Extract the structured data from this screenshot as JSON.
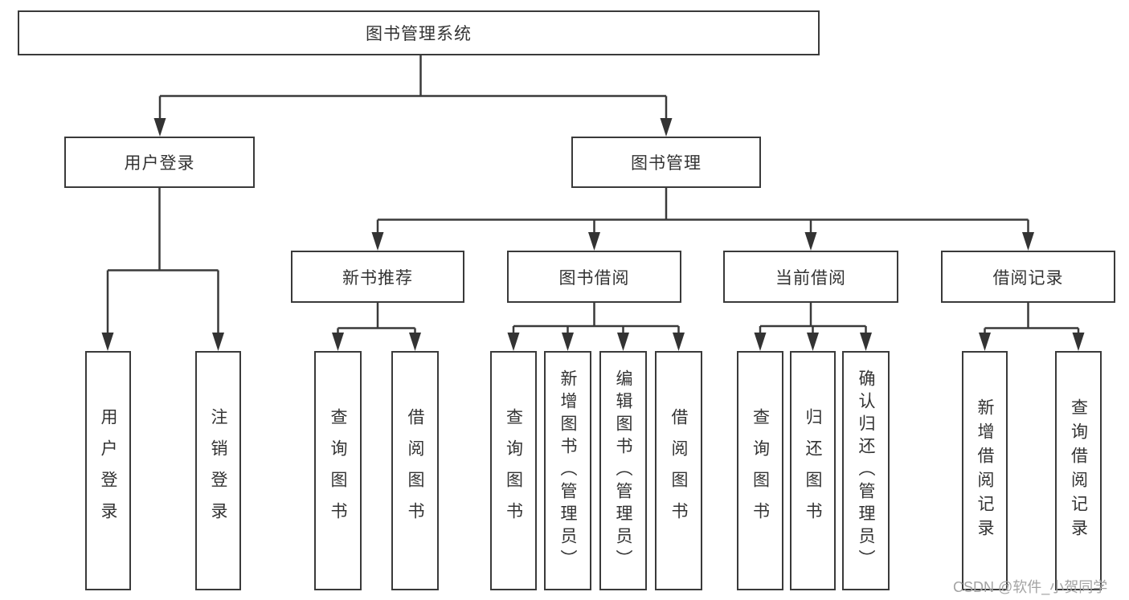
{
  "diagram": {
    "type": "function-structure-tree",
    "colors": {
      "line": "#3a3a3a",
      "box_border": "#3a3a3a",
      "text": "#333333",
      "background": "#ffffff",
      "watermark": "#a3a3a3"
    },
    "tree": {
      "root": {
        "label": "图书管理系统",
        "children": [
          {
            "label": "用户登录",
            "children": [
              {
                "label": "用户登录"
              },
              {
                "label": "注销登录"
              }
            ]
          },
          {
            "label": "图书管理",
            "children": [
              {
                "label": "新书推荐",
                "children": [
                  {
                    "label": "查询图书"
                  },
                  {
                    "label": "借阅图书"
                  }
                ]
              },
              {
                "label": "图书借阅",
                "children": [
                  {
                    "label": "查询图书"
                  },
                  {
                    "label": "新增图书（管理员）"
                  },
                  {
                    "label": "编辑图书（管理员）"
                  },
                  {
                    "label": "借阅图书"
                  }
                ]
              },
              {
                "label": "当前借阅",
                "children": [
                  {
                    "label": "查询图书"
                  },
                  {
                    "label": "归还图书"
                  },
                  {
                    "label": "确认归还（管理员）"
                  }
                ]
              },
              {
                "label": "借阅记录",
                "children": [
                  {
                    "label": "新增借阅记录"
                  },
                  {
                    "label": "查询借阅记录"
                  }
                ]
              }
            ]
          }
        ]
      }
    }
  },
  "watermark": {
    "text": "CSDN @软件_小贺同学"
  }
}
